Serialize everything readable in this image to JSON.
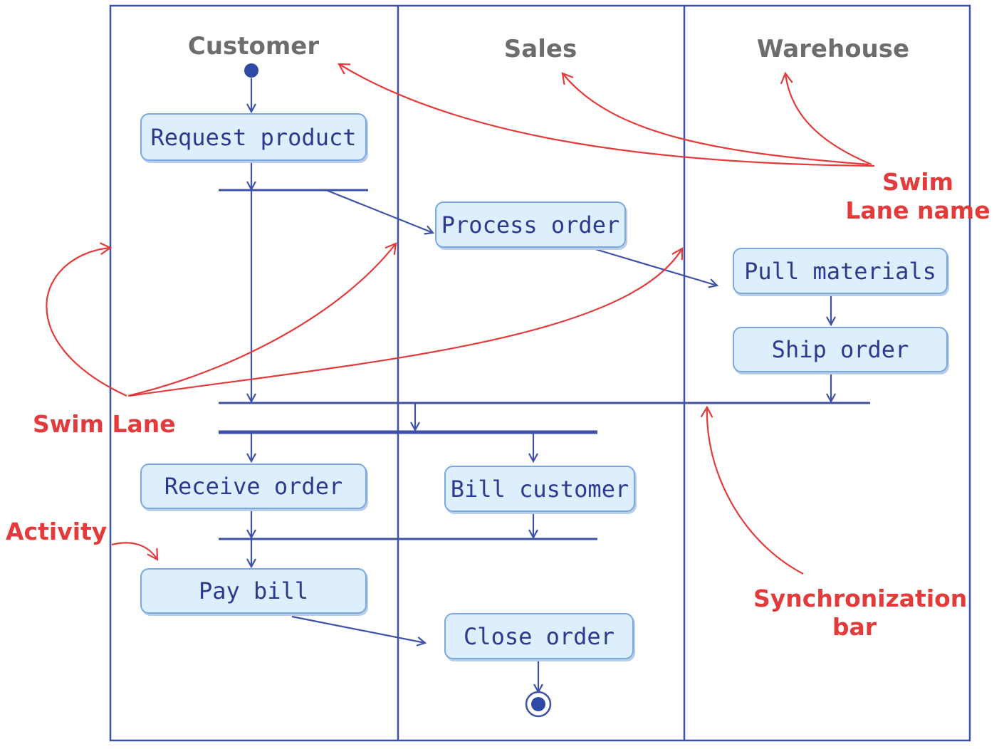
{
  "lanes": [
    {
      "name": "Customer"
    },
    {
      "name": "Sales"
    },
    {
      "name": "Warehouse"
    }
  ],
  "activities": {
    "request_product": "Request product",
    "process_order": "Process order",
    "pull_materials": "Pull materials",
    "ship_order": "Ship order",
    "receive_order": "Receive order",
    "bill_customer": "Bill customer",
    "pay_bill": "Pay bill",
    "close_order": "Close order"
  },
  "annotations": {
    "swim_lane_name_line1": "Swim",
    "swim_lane_name_line2": "Lane name",
    "swim_lane": "Swim Lane",
    "activity": "Activity",
    "synchronization_bar_line1": "Synchronization",
    "synchronization_bar_line2": "bar"
  },
  "colors": {
    "diagram_blue": "#3d52a6",
    "activity_fill": "#ddeefd",
    "activity_text": "#2a3b8f",
    "annotation_red": "#e33b3b",
    "lane_title_gray": "#6d6d6d"
  }
}
